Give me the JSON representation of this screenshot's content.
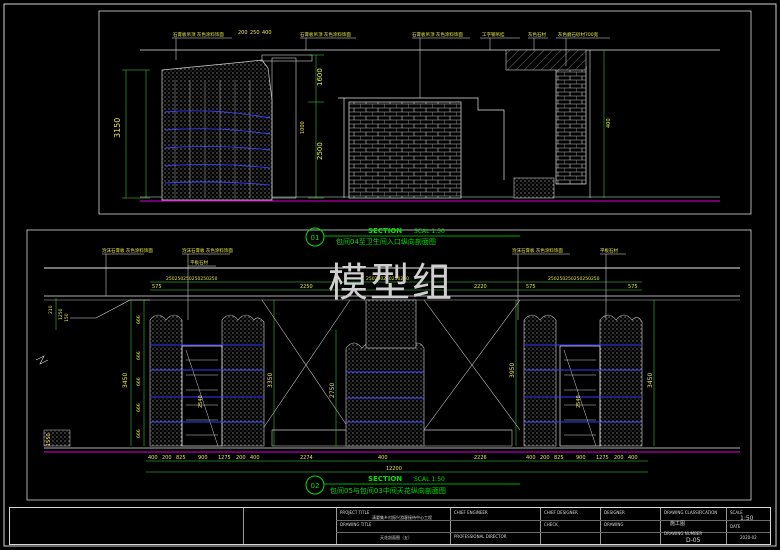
{
  "watermark": "模型组",
  "upper_section": {
    "marker": "01",
    "section_word": "SECTION",
    "scale_text": "SCAL 1:50",
    "title": "包间04至卫生间入口纵向剖面图",
    "callouts": [
      "石膏板吊顶 灰色涂料饰面",
      "石膏板吊顶 灰色涂料饰面",
      "石膏板吊顶 灰色涂料饰面",
      "工字钢吊挂",
      "灰色石材",
      "灰色磨石砂材700宽"
    ],
    "dims_vertical": [
      "3150",
      "1600",
      "2500",
      "1000",
      "400"
    ],
    "dims_top": [
      "200",
      "250",
      "400"
    ]
  },
  "lower_section": {
    "marker": "02",
    "section_word": "SECTION",
    "scale_text": "SCAL 1:50",
    "title": "包间05与包间03中间天花纵向剖面图",
    "callouts": [
      "泡沫石膏板 灰色涂料饰面",
      "泡沫石膏板 灰色涂料饰面",
      "平板石材",
      "泡沫石膏板 灰色涂料饰面",
      "平板石材"
    ],
    "dims_top": [
      "575",
      "250250250250250250",
      "2250",
      "250250250250250",
      "2220",
      "575",
      "250250250250250250",
      "575"
    ],
    "dims_bottom": [
      "400",
      "200",
      "825",
      "900",
      "1275",
      "200",
      "400",
      "2274",
      "400",
      "12200",
      "2226",
      "400",
      "200",
      "825",
      "900",
      "1275",
      "200",
      "400"
    ],
    "dims_vertical": [
      "3450",
      "3350",
      "2750",
      "3950",
      "3450",
      "1550",
      "2540",
      "2540",
      "210",
      "150",
      "1250"
    ],
    "dims_ticks": [
      "666",
      "666",
      "666",
      "666",
      "666"
    ]
  },
  "title_block": {
    "project_title_label": "PROJECT TITLE",
    "project_title": "清晏集乡村振兴游客接待中心工程",
    "drawing_title_label": "DRAWING TITLE",
    "drawing_title": "天花剖面图（五）",
    "chief_engineer_label": "CHIEF ENGINEER",
    "professional_director_label": "PROFESSIONAL DIRECTOR",
    "chief_designer_label": "CHIEF DESIGNER",
    "check_label": "CHECK",
    "designer_label": "DESIGNER",
    "drawing_label": "DRAWING",
    "drawing_classification_label": "DRAWING CLASSIFICATION",
    "drawing_classification": "施工图",
    "drawing_number_label": "DRAWING NUMBER",
    "drawing_number": "D-05",
    "scale_label": "SCALE",
    "scale": "1:50",
    "date_label": "DATE",
    "date": "2020-02"
  },
  "colors": {
    "background": "#000000",
    "line_white": "#e6e6e6",
    "hatch_grey": "#bdbdbd",
    "marker_green": "#00e000",
    "accent_blue": "#3a3aff",
    "accent_magenta": "#e000e0",
    "dim_green": "#4ade4a",
    "callout_yellow": "#e8e84a"
  }
}
